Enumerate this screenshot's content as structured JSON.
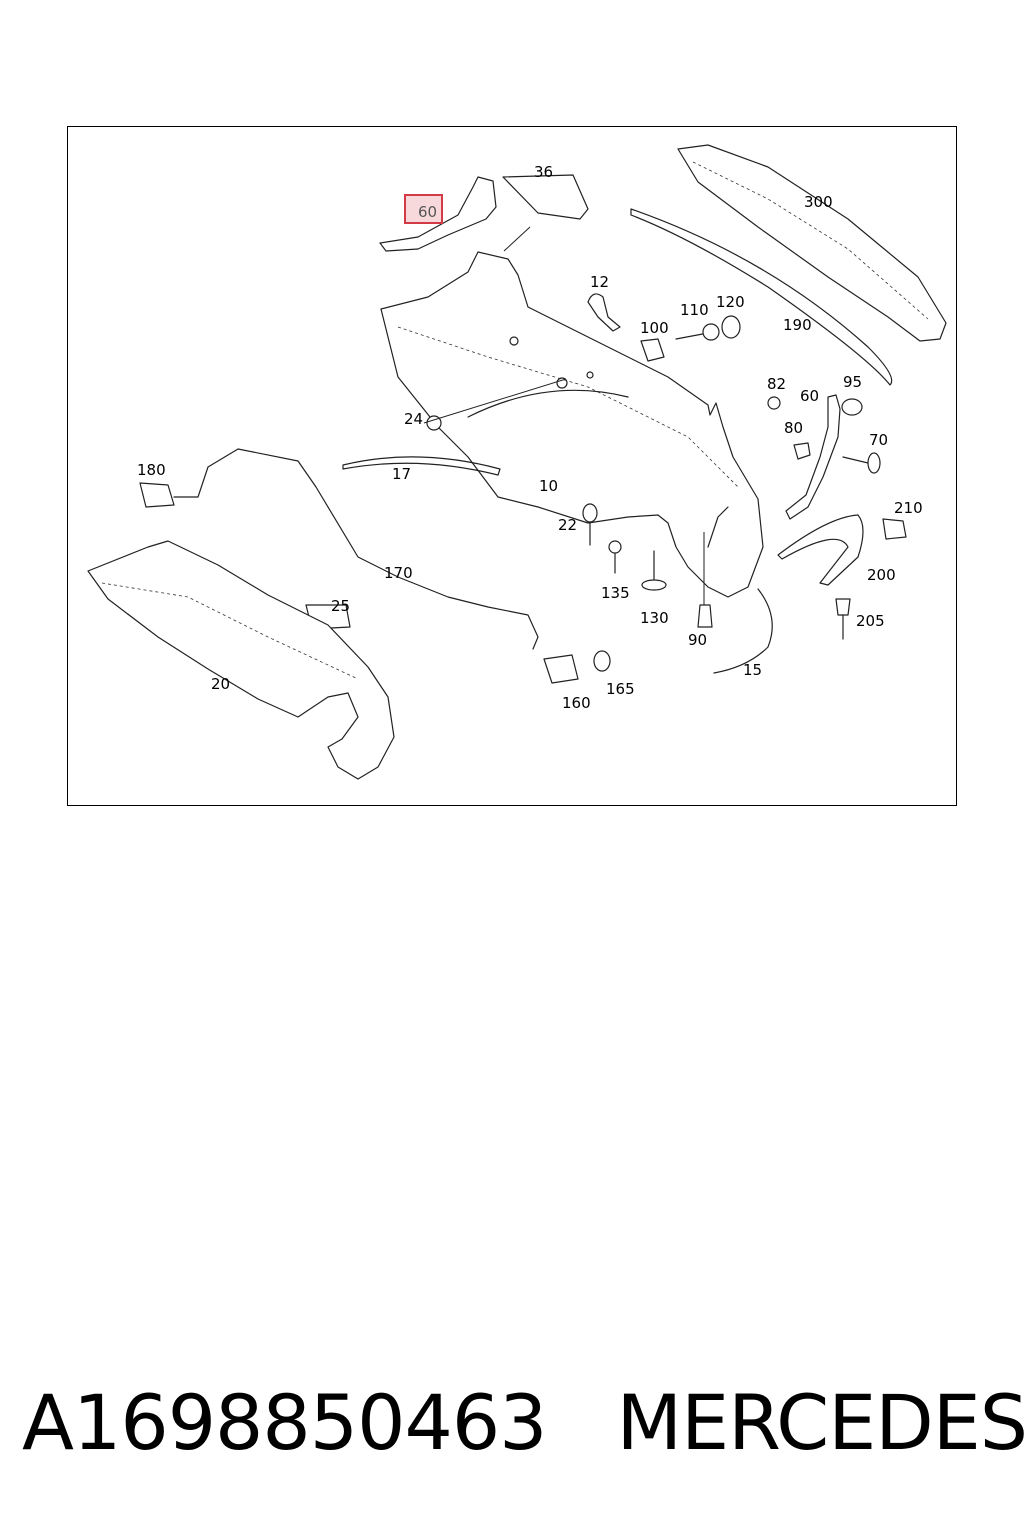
{
  "diagram": {
    "highlighted_callout": "60",
    "callouts": [
      "36",
      "60",
      "12",
      "100",
      "110",
      "120",
      "300",
      "190",
      "24",
      "82",
      "60",
      "95",
      "80",
      "70",
      "180",
      "17",
      "10",
      "22",
      "210",
      "170",
      "135",
      "130",
      "200",
      "25",
      "205",
      "90",
      "15",
      "20",
      "165",
      "160"
    ]
  },
  "footer": {
    "part_number": "A1698850463",
    "brand": "MERCEDES"
  }
}
